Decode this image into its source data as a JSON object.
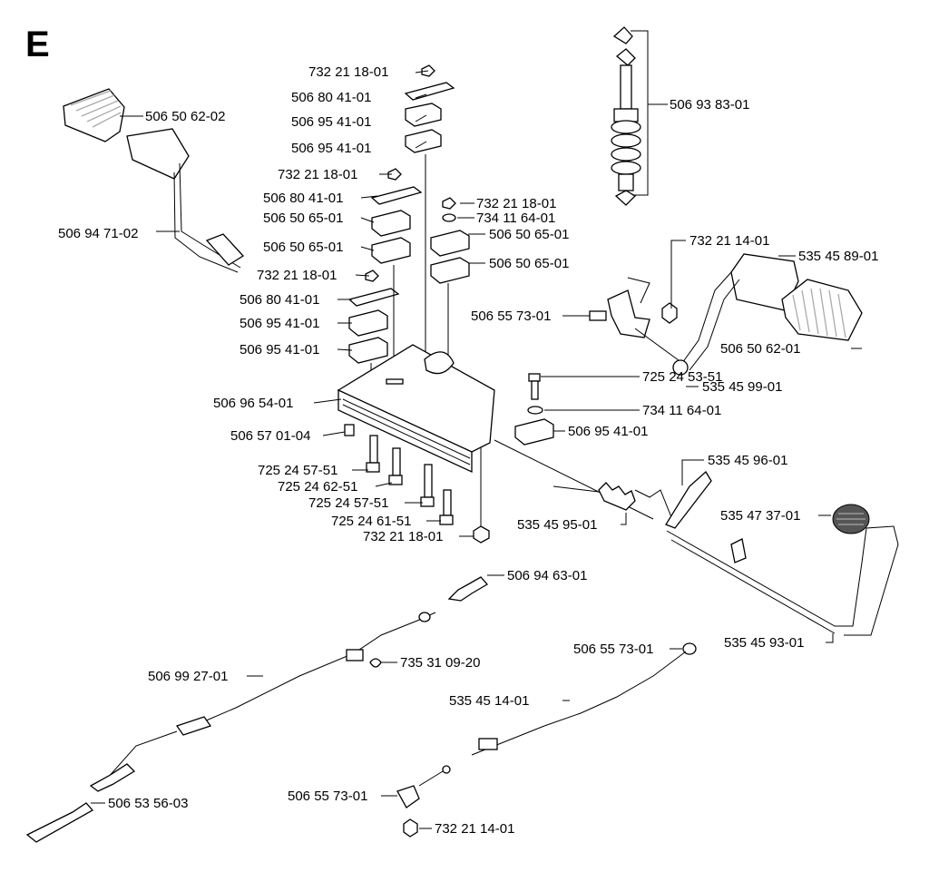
{
  "section": "E",
  "labels": [
    {
      "id": "p1",
      "text": "506 50 62-02"
    },
    {
      "id": "p2",
      "text": "506 94 71-02"
    },
    {
      "id": "p3",
      "text": "732 21 18-01"
    },
    {
      "id": "p4",
      "text": "506 80 41-01"
    },
    {
      "id": "p5",
      "text": "506 95 41-01"
    },
    {
      "id": "p6",
      "text": "506 95 41-01"
    },
    {
      "id": "p7",
      "text": "732 21 18-01"
    },
    {
      "id": "p8",
      "text": "506 80 41-01"
    },
    {
      "id": "p9",
      "text": "506 50 65-01"
    },
    {
      "id": "p10",
      "text": "506 50 65-01"
    },
    {
      "id": "p11",
      "text": "732 21 18-01"
    },
    {
      "id": "p12",
      "text": "506 80 41-01"
    },
    {
      "id": "p13",
      "text": "506 95 41-01"
    },
    {
      "id": "p14",
      "text": "506 95 41-01"
    },
    {
      "id": "p15",
      "text": "732 21 18-01"
    },
    {
      "id": "p16",
      "text": "734 11 64-01"
    },
    {
      "id": "p17",
      "text": "506 50 65-01"
    },
    {
      "id": "p18",
      "text": "506 50 65-01"
    },
    {
      "id": "p19",
      "text": "506 93 83-01"
    },
    {
      "id": "p20",
      "text": "732 21 14-01"
    },
    {
      "id": "p21",
      "text": "535 45 89-01"
    },
    {
      "id": "p22",
      "text": "506 55 73-01"
    },
    {
      "id": "p23",
      "text": "506 50 62-01"
    },
    {
      "id": "p24",
      "text": "535 45 99-01"
    },
    {
      "id": "p25",
      "text": "506 96 54-01"
    },
    {
      "id": "p26",
      "text": "506 57 01-04"
    },
    {
      "id": "p27",
      "text": "725 24 57-51"
    },
    {
      "id": "p28",
      "text": "725 24 62-51"
    },
    {
      "id": "p29",
      "text": "725 24 57-51"
    },
    {
      "id": "p30",
      "text": "725 24 61-51"
    },
    {
      "id": "p31",
      "text": "732 21 18-01"
    },
    {
      "id": "p32",
      "text": "725 24 53-51"
    },
    {
      "id": "p33",
      "text": "734 11 64-01"
    },
    {
      "id": "p34",
      "text": "506 95 41-01"
    },
    {
      "id": "p35",
      "text": "535 45 96-01"
    },
    {
      "id": "p36",
      "text": "535 47 37-01"
    },
    {
      "id": "p37",
      "text": "535 45 95-01"
    },
    {
      "id": "p38",
      "text": "535 45 93-01"
    },
    {
      "id": "p39",
      "text": "506 94 63-01"
    },
    {
      "id": "p40",
      "text": "735 31 09-20"
    },
    {
      "id": "p41",
      "text": "506 99 27-01"
    },
    {
      "id": "p42",
      "text": "506 55 73-01"
    },
    {
      "id": "p43",
      "text": "535 45 14-01"
    },
    {
      "id": "p44",
      "text": "506 53 56-03"
    },
    {
      "id": "p45",
      "text": "506 55 73-01"
    },
    {
      "id": "p46",
      "text": "732 21 14-01"
    }
  ]
}
